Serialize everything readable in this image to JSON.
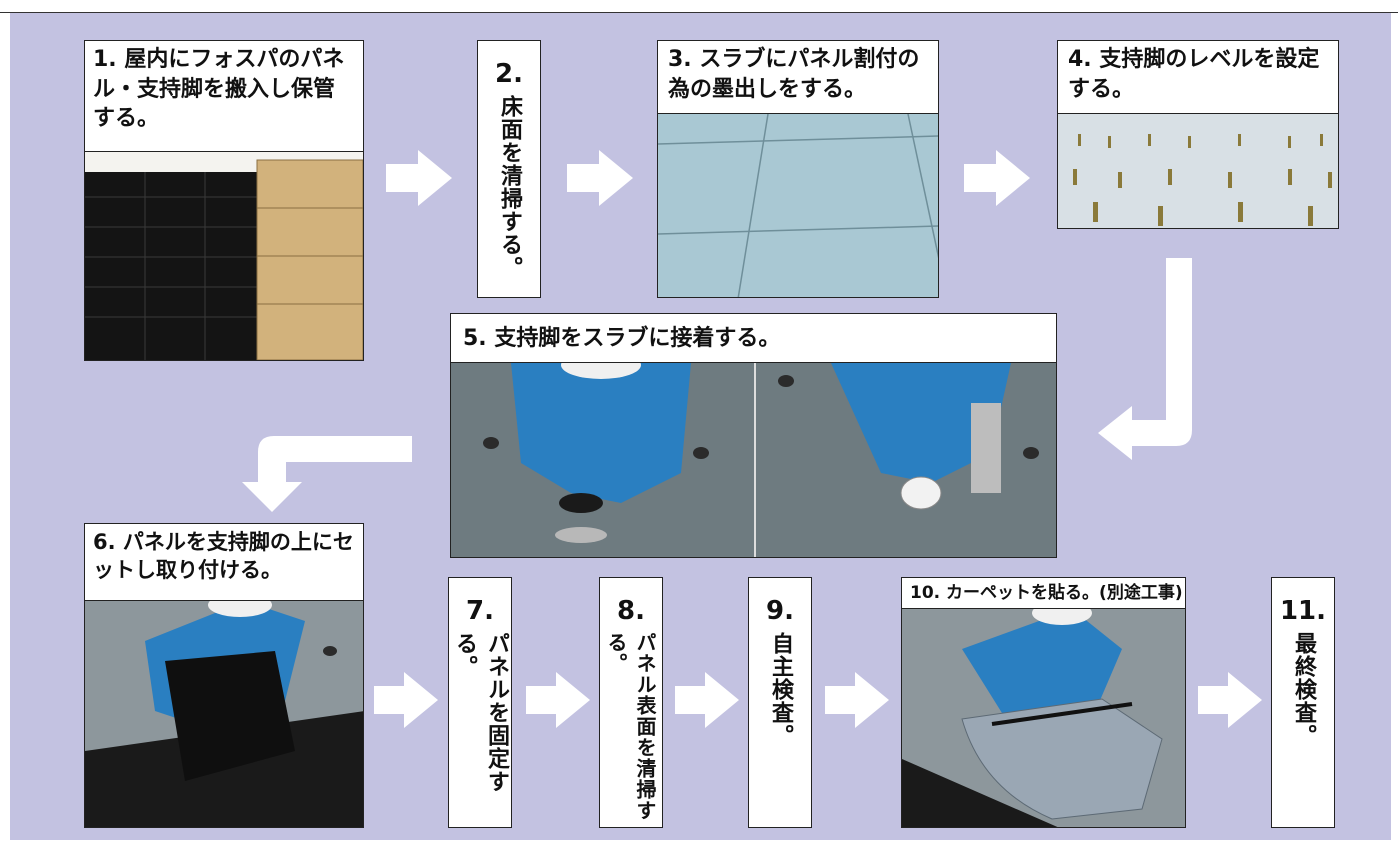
{
  "steps": {
    "s1": {
      "num": "1.",
      "text": "屋内にフォスパのパネル・支持脚を搬入し保管する。"
    },
    "s2": {
      "num": "2.",
      "text": "床面を清掃する。"
    },
    "s3": {
      "num": "3.",
      "text": "スラブにパネル割付の為の墨出しをする。"
    },
    "s4": {
      "num": "4.",
      "text": "支持脚のレベルを設定する。"
    },
    "s5": {
      "num": "5.",
      "text": "支持脚をスラブに接着する。"
    },
    "s6": {
      "num": "6.",
      "text": "パネルを支持脚の上にセットし取り付ける。"
    },
    "s7": {
      "num": "7.",
      "text": "パネルを固定する。"
    },
    "s8": {
      "num": "8.",
      "text": "パネル表面を清掃する。"
    },
    "s9": {
      "num": "9.",
      "text": "自主検査。"
    },
    "s10": {
      "num": "10.",
      "text": "カーペットを貼る。(別途工事)"
    },
    "s11": {
      "num": "11.",
      "text": "最終検査。"
    }
  },
  "colors": {
    "background": "#c3c2e1",
    "arrow": "#ffffff",
    "caption_bg": "#ffffff",
    "text": "#111111"
  },
  "icons": {
    "flow_arrow": "right-arrow-icon",
    "turn_arrow": "u-turn-arrow-icon"
  }
}
